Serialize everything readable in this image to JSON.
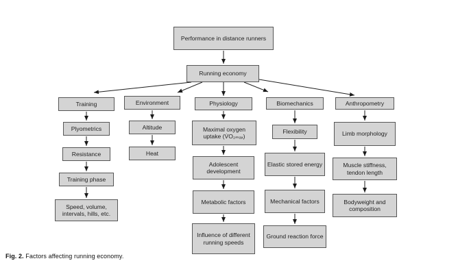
{
  "palette": {
    "background": "#ffffff",
    "box_fill": "#d4d4d4",
    "box_border": "#555555",
    "arrow": "#1c1c1c",
    "text": "#1f1f1f"
  },
  "caption": {
    "label": "Fig. 2.",
    "text": " Factors affecting running economy."
  },
  "flowchart": {
    "root": "Performance in distance runners",
    "hub": "Running economy",
    "columns": [
      {
        "header": "Training",
        "items": [
          "Plyometrics",
          "Resistance",
          "Training phase",
          "Speed, volume, intervals, hills, etc."
        ]
      },
      {
        "header": "Environment",
        "items": [
          "Altitude",
          "Heat"
        ]
      },
      {
        "header": "Physiology",
        "items": [
          "Maximal oxygen uptake (V̇O₂ₘₐₓ)",
          "Adolescent development",
          "Metabolic factors",
          "Influence of different running speeds"
        ]
      },
      {
        "header": "Biomechanics",
        "items": [
          "Flexibility",
          "Elastic stored energy",
          "Mechanical factors",
          "Ground reaction force"
        ]
      },
      {
        "header": "Anthropometry",
        "items": [
          "Limb morphology",
          "Muscle stiffness, tendon length",
          "Bodyweight and composition"
        ]
      }
    ]
  }
}
